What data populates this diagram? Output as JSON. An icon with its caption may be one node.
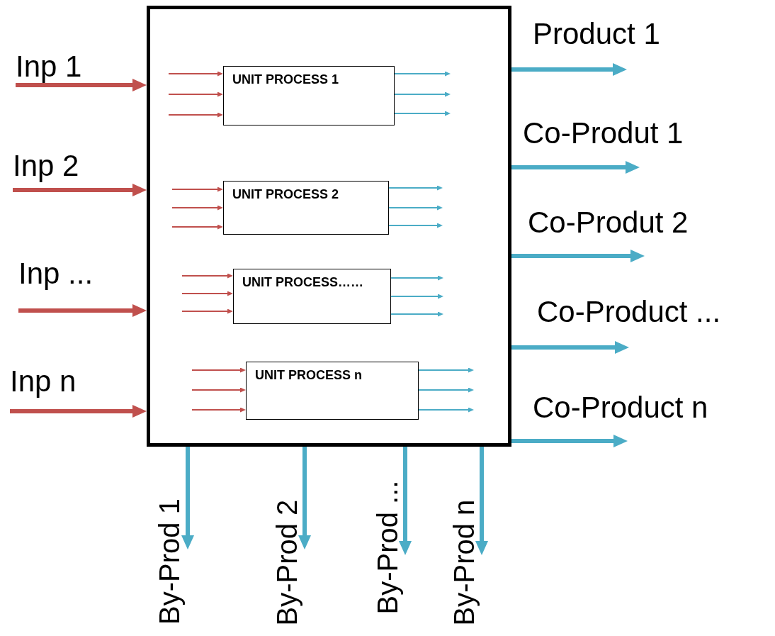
{
  "diagram": {
    "nodes": [
      {
        "text": [],
        "shape": "box"
      },
      {
        "text": [
          "UNIT PROCESS 1"
        ],
        "in": 0
      },
      {
        "text": [
          "UNIT PROCESS 2"
        ],
        "in": 0
      },
      {
        "text": [
          "UNIT PROCESS……"
        ],
        "in": 0
      },
      {
        "text": [
          "UNIT PROCESS n"
        ],
        "in": 0
      },
      {
        "text": [
          "Inp 1"
        ]
      },
      {
        "text": [
          "Inp 2"
        ]
      },
      {
        "text": [
          "Inp ..."
        ]
      },
      {
        "text": [
          "Inp n"
        ]
      },
      {
        "text": [
          "Product 1"
        ]
      },
      {
        "text": [
          "Co-Produt 1"
        ]
      },
      {
        "text": [
          "Co-Produt 2"
        ]
      },
      {
        "text": [
          "Co-Product ..."
        ]
      },
      {
        "text": [
          "Co-Product n"
        ]
      },
      {
        "text": [
          "By-Prod 1"
        ]
      },
      {
        "text": [
          "By-Prod 2"
        ]
      },
      {
        "text": [
          "By-Prod ..."
        ]
      },
      {
        "text": [
          "By-Prod n"
        ]
      }
    ],
    "edges": [
      {
        "from": 5,
        "to": 0,
        "arrow": "to",
        "style": "thick",
        "color": "#c0504d"
      },
      {
        "from": 6,
        "to": 0,
        "arrow": "to",
        "style": "thick",
        "color": "#c0504d"
      },
      {
        "from": 7,
        "to": 0,
        "arrow": "to",
        "style": "thick",
        "color": "#c0504d"
      },
      {
        "from": 8,
        "to": 0,
        "arrow": "to",
        "style": "thick",
        "color": "#c0504d"
      },
      {
        "from": null,
        "to": 1,
        "arrow": "to",
        "color": "#c0504d"
      },
      {
        "from": null,
        "to": 1,
        "arrow": "to",
        "color": "#c0504d"
      },
      {
        "from": null,
        "to": 1,
        "arrow": "to",
        "color": "#c0504d"
      },
      {
        "from": 1,
        "to": null,
        "arrow": "to"
      },
      {
        "from": 1,
        "to": null,
        "arrow": "to"
      },
      {
        "from": 1,
        "to": null,
        "arrow": "to"
      },
      {
        "from": null,
        "to": 2,
        "arrow": "to",
        "color": "#c0504d"
      },
      {
        "from": null,
        "to": 2,
        "arrow": "to",
        "color": "#c0504d"
      },
      {
        "from": null,
        "to": 2,
        "arrow": "to",
        "color": "#c0504d"
      },
      {
        "from": 2,
        "to": null,
        "arrow": "to"
      },
      {
        "from": 2,
        "to": null,
        "arrow": "to"
      },
      {
        "from": 2,
        "to": null,
        "arrow": "to"
      },
      {
        "from": null,
        "to": 3,
        "arrow": "to",
        "color": "#c0504d"
      },
      {
        "from": null,
        "to": 3,
        "arrow": "to",
        "color": "#c0504d"
      },
      {
        "from": null,
        "to": 3,
        "arrow": "to",
        "color": "#c0504d"
      },
      {
        "from": 3,
        "to": null,
        "arrow": "to"
      },
      {
        "from": 3,
        "to": null,
        "arrow": "to"
      },
      {
        "from": 3,
        "to": null,
        "arrow": "to"
      },
      {
        "from": null,
        "to": 4,
        "arrow": "to",
        "color": "#c0504d"
      },
      {
        "from": null,
        "to": 4,
        "arrow": "to",
        "color": "#c0504d"
      },
      {
        "from": null,
        "to": 4,
        "arrow": "to",
        "color": "#c0504d"
      },
      {
        "from": 4,
        "to": null,
        "arrow": "to"
      },
      {
        "from": 4,
        "to": null,
        "arrow": "to"
      },
      {
        "from": 4,
        "to": null,
        "arrow": "to"
      },
      {
        "from": 0,
        "to": 9,
        "arrow": "to",
        "style": "thick"
      },
      {
        "from": 0,
        "to": 10,
        "arrow": "to",
        "style": "thick"
      },
      {
        "from": 0,
        "to": 11,
        "arrow": "to",
        "style": "thick"
      },
      {
        "from": 0,
        "to": 12,
        "arrow": "to",
        "style": "thick"
      },
      {
        "from": 0,
        "to": 13,
        "arrow": "to",
        "style": "thick"
      },
      {
        "from": 0,
        "to": 14,
        "arrow": "to",
        "style": "thick"
      },
      {
        "from": 0,
        "to": 15,
        "arrow": "to",
        "style": "thick"
      },
      {
        "from": 0,
        "to": 16,
        "arrow": "to",
        "style": "thick"
      },
      {
        "from": 0,
        "to": 17,
        "arrow": "to",
        "style": "thick"
      }
    ]
  }
}
